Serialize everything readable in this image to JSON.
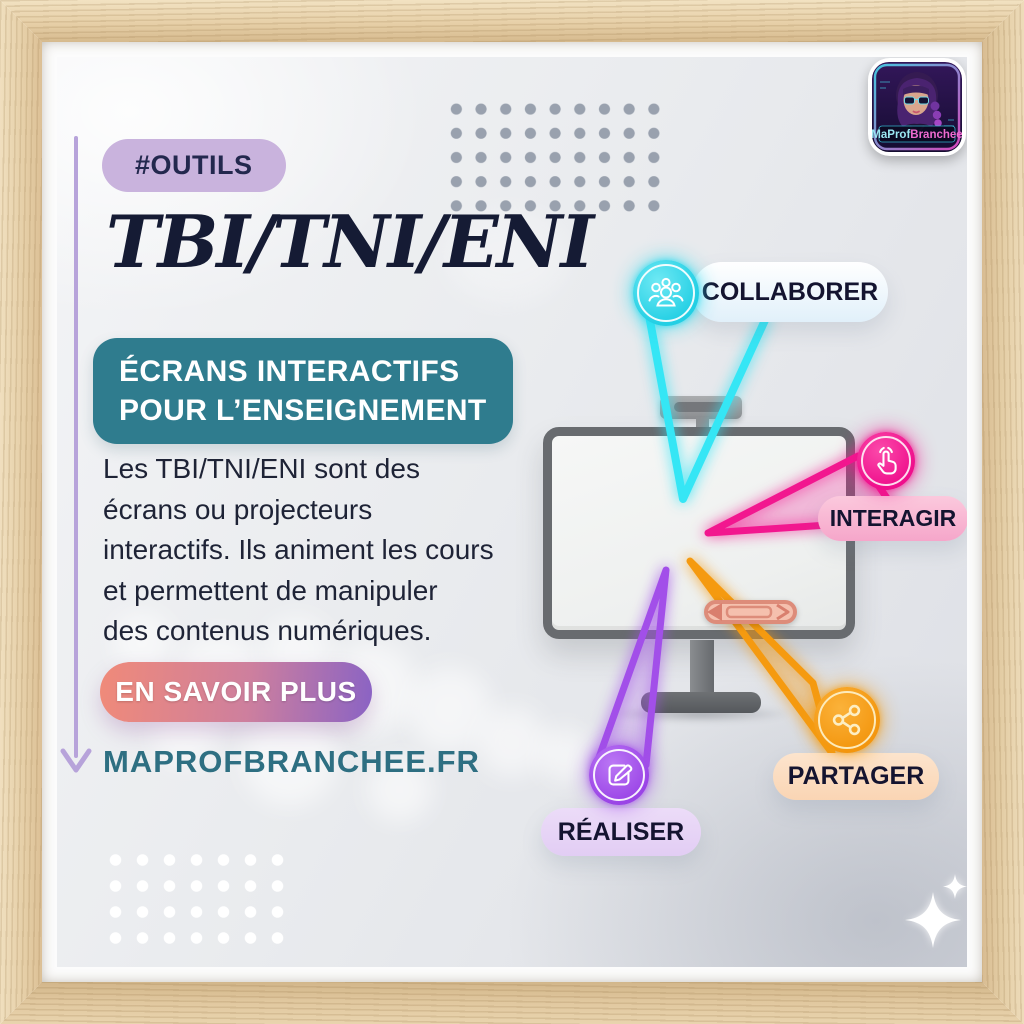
{
  "hashtag_badge": {
    "label": "#OUTILS"
  },
  "title": "TBI/TNI/ENI",
  "subtitle_box": {
    "lines": [
      "ÉCRANS INTERACTIFS",
      "POUR L’ENSEIGNEMENT"
    ]
  },
  "description": {
    "lines": [
      "Les TBI/TNI/ENI sont des",
      "écrans ou projecteurs",
      "interactifs. Ils animent les cours",
      "et permettent de manipuler",
      "des contenus numériques."
    ]
  },
  "cta_button": {
    "label": "EN SAVOIR PLUS"
  },
  "website": {
    "label": "MAPROFBRANCHEE.FR"
  },
  "logo_badge": {
    "name_left": "MaProf",
    "name_right": "Branchee"
  },
  "callouts": {
    "collaborer": {
      "label": "COLLABORER",
      "accent": "#2bdcf0",
      "icon": "people-group-icon"
    },
    "interagir": {
      "label": "INTERAGIR",
      "accent": "#f1138e",
      "icon": "tap-gesture-icon"
    },
    "partager": {
      "label": "PARTAGER",
      "accent": "#f59d14",
      "icon": "share-nodes-icon"
    },
    "realiser": {
      "label": "RÉALISER",
      "accent": "#a24fe9",
      "icon": "pencil-edit-icon"
    }
  },
  "decor": {
    "top_dots_grid": "9x5 gray dots",
    "bottom_dots_grid": "7x4 white dots",
    "sparkle": "four-point-star",
    "left_arrow": "downward purple arrow"
  },
  "colors": {
    "frame_wood": "#e5cfa7",
    "poster_bg": "#e9ebee",
    "title_text": "#151b34",
    "teal_box": "#2f7c8e",
    "badge_bg": "#c9b3dd",
    "cta_gradient_start": "#f08a79",
    "cta_gradient_end": "#8a63c4",
    "website_text": "#2e6f82"
  }
}
